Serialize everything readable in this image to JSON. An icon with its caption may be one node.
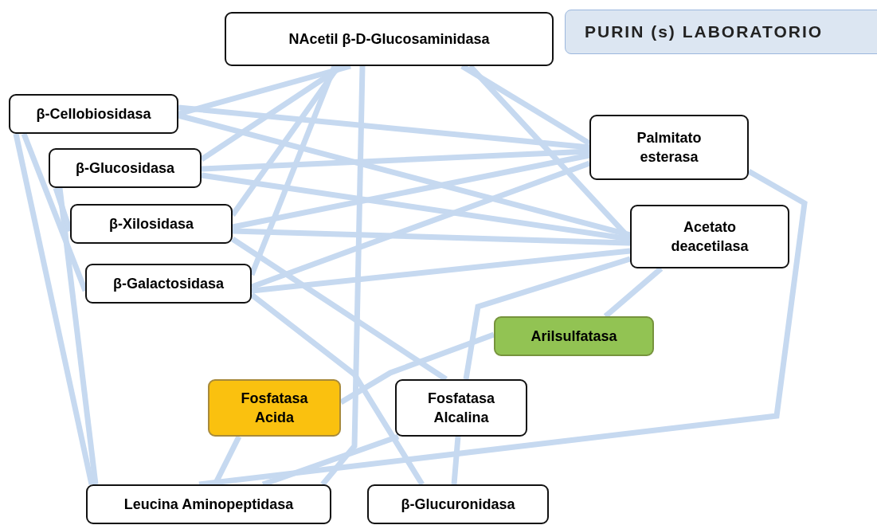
{
  "diagram": {
    "title": "PURIN (s) LABORATORIO",
    "nodes": [
      {
        "text": [
          "NAcetil  β-D-Glucosaminidasa"
        ]
      },
      {
        "text": [
          "β-Cellobiosidasa"
        ]
      },
      {
        "text": [
          "β-Glucosidasa"
        ]
      },
      {
        "text": [
          "β-Xilosidasa"
        ]
      },
      {
        "text": [
          "β-Galactosidasa"
        ]
      },
      {
        "text": [
          "Palmitato esterasa"
        ]
      },
      {
        "text": [
          "Acetato deacetilasa"
        ]
      },
      {
        "text": [
          "Arilsulfatasa"
        ]
      },
      {
        "text": [
          "Fosfatasa Acida"
        ]
      },
      {
        "text": [
          "Fosfatasa Alcalina"
        ]
      },
      {
        "text": [
          "Leucina Aminopeptidasa"
        ]
      },
      {
        "text": [
          "β-Glucuronidasa"
        ]
      }
    ],
    "edges": [
      {
        "from": 0,
        "to": 1,
        "arrow": "none"
      },
      {
        "from": 0,
        "to": 2,
        "arrow": "none"
      },
      {
        "from": 0,
        "to": 3,
        "arrow": "none"
      },
      {
        "from": 0,
        "to": 4,
        "arrow": "none"
      },
      {
        "from": 0,
        "to": 10,
        "arrow": "none"
      },
      {
        "from": 0,
        "to": 5,
        "arrow": "none"
      },
      {
        "from": 0,
        "to": 6,
        "arrow": "none"
      },
      {
        "from": 1,
        "to": 5,
        "arrow": "none"
      },
      {
        "from": 1,
        "to": 6,
        "arrow": "none"
      },
      {
        "from": 2,
        "to": 5,
        "arrow": "none"
      },
      {
        "from": 2,
        "to": 6,
        "arrow": "none"
      },
      {
        "from": 3,
        "to": 5,
        "arrow": "none"
      },
      {
        "from": 3,
        "to": 6,
        "arrow": "none"
      },
      {
        "from": 4,
        "to": 5,
        "arrow": "none"
      },
      {
        "from": 4,
        "to": 6,
        "arrow": "none"
      },
      {
        "from": 3,
        "to": 9,
        "arrow": "none"
      },
      {
        "from": 4,
        "to": 11,
        "arrow": "none"
      },
      {
        "from": 6,
        "to": 7,
        "arrow": "none"
      },
      {
        "from": 6,
        "to": 9,
        "arrow": "none"
      },
      {
        "from": 5,
        "to": 10,
        "arrow": "none"
      },
      {
        "from": 7,
        "to": 8,
        "arrow": "none"
      },
      {
        "from": 9,
        "to": 10,
        "arrow": "none"
      },
      {
        "from": 9,
        "to": 11,
        "arrow": "none"
      },
      {
        "from": 8,
        "to": 10,
        "arrow": "none"
      },
      {
        "from": 1,
        "to": 10,
        "arrow": "none"
      },
      {
        "from": 2,
        "to": 10,
        "arrow": "none"
      },
      {
        "from": 1,
        "to": 4,
        "arrow": "none"
      },
      {
        "from": 2,
        "to": 3,
        "arrow": "none"
      }
    ]
  }
}
